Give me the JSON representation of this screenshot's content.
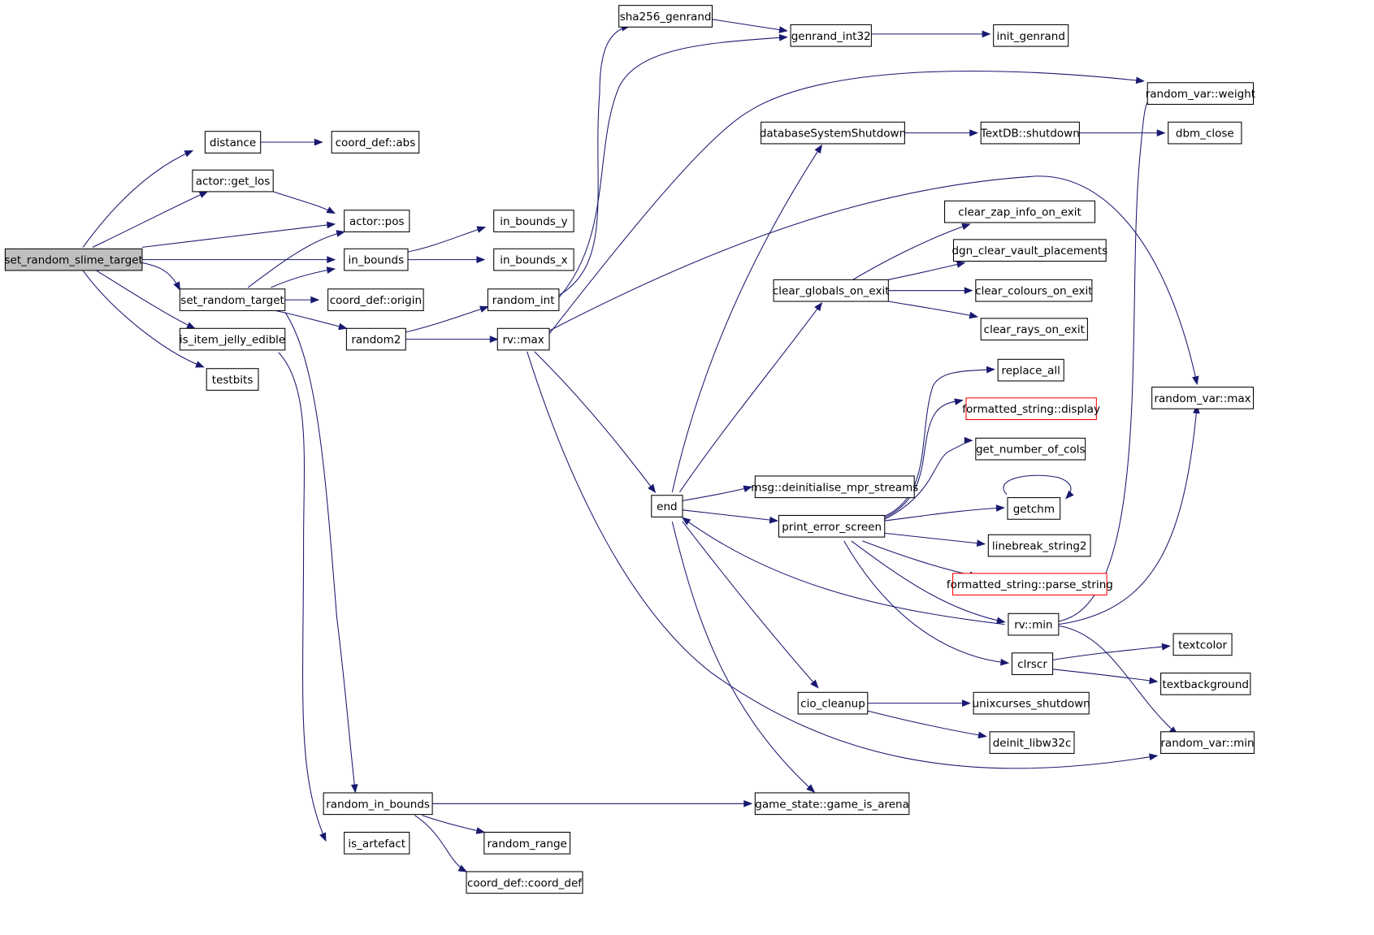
{
  "graph": {
    "colors": {
      "edge": "#191970",
      "node_border": "#000000",
      "root_fill": "#bfbfbf",
      "external_node_border": "#ff0000",
      "background": "#ffffff"
    },
    "nodes": {
      "set_random_slime_target": "set_random_slime_target",
      "distance": "distance",
      "coord_def_abs": "coord_def::abs",
      "actor_get_los": "actor::get_los",
      "actor_pos": "actor::pos",
      "in_bounds": "in_bounds",
      "in_bounds_y": "in_bounds_y",
      "in_bounds_x": "in_bounds_x",
      "set_random_target": "set_random_target",
      "coord_def_origin": "coord_def::origin",
      "random2": "random2",
      "random_int": "random_int",
      "rv_max": "rv::max",
      "is_item_jelly_edible": "is_item_jelly_edible",
      "testbits": "testbits",
      "random_in_bounds": "random_in_bounds",
      "is_artefact": "is_artefact",
      "random_range": "random_range",
      "coord_def_coord_def": "coord_def::coord_def",
      "sha256_genrand": "sha256_genrand",
      "genrand_int32": "genrand_int32",
      "init_genrand": "init_genrand",
      "random_var_weight": "random_var::weight",
      "databaseSystemShutdown": "databaseSystemShutdown",
      "TextDB_shutdown": "TextDB::shutdown",
      "dbm_close": "dbm_close",
      "clear_zap_info_on_exit": "clear_zap_info_on_exit",
      "dgn_clear_vault_placements": "dgn_clear_vault_placements",
      "clear_globals_on_exit": "clear_globals_on_exit",
      "clear_colours_on_exit": "clear_colours_on_exit",
      "clear_rays_on_exit": "clear_rays_on_exit",
      "replace_all": "replace_all",
      "random_var_max": "random_var::max",
      "formatted_string_display": "formatted_string::display",
      "get_number_of_cols": "get_number_of_cols",
      "msg_deinitialise_mpr_streams": "msg::deinitialise_mpr_streams",
      "getchm": "getchm",
      "end": "end",
      "print_error_screen": "print_error_screen",
      "linebreak_string2": "linebreak_string2",
      "formatted_string_parse_string": "formatted_string::parse_string",
      "rv_min": "rv::min",
      "textcolor": "textcolor",
      "clrscr": "clrscr",
      "textbackground": "textbackground",
      "cio_cleanup": "cio_cleanup",
      "unixcurses_shutdown": "unixcurses_shutdown",
      "deinit_libw32c": "deinit_libw32c",
      "random_var_min": "random_var::min",
      "game_state_game_is_arena": "game_state::game_is_arena"
    }
  }
}
